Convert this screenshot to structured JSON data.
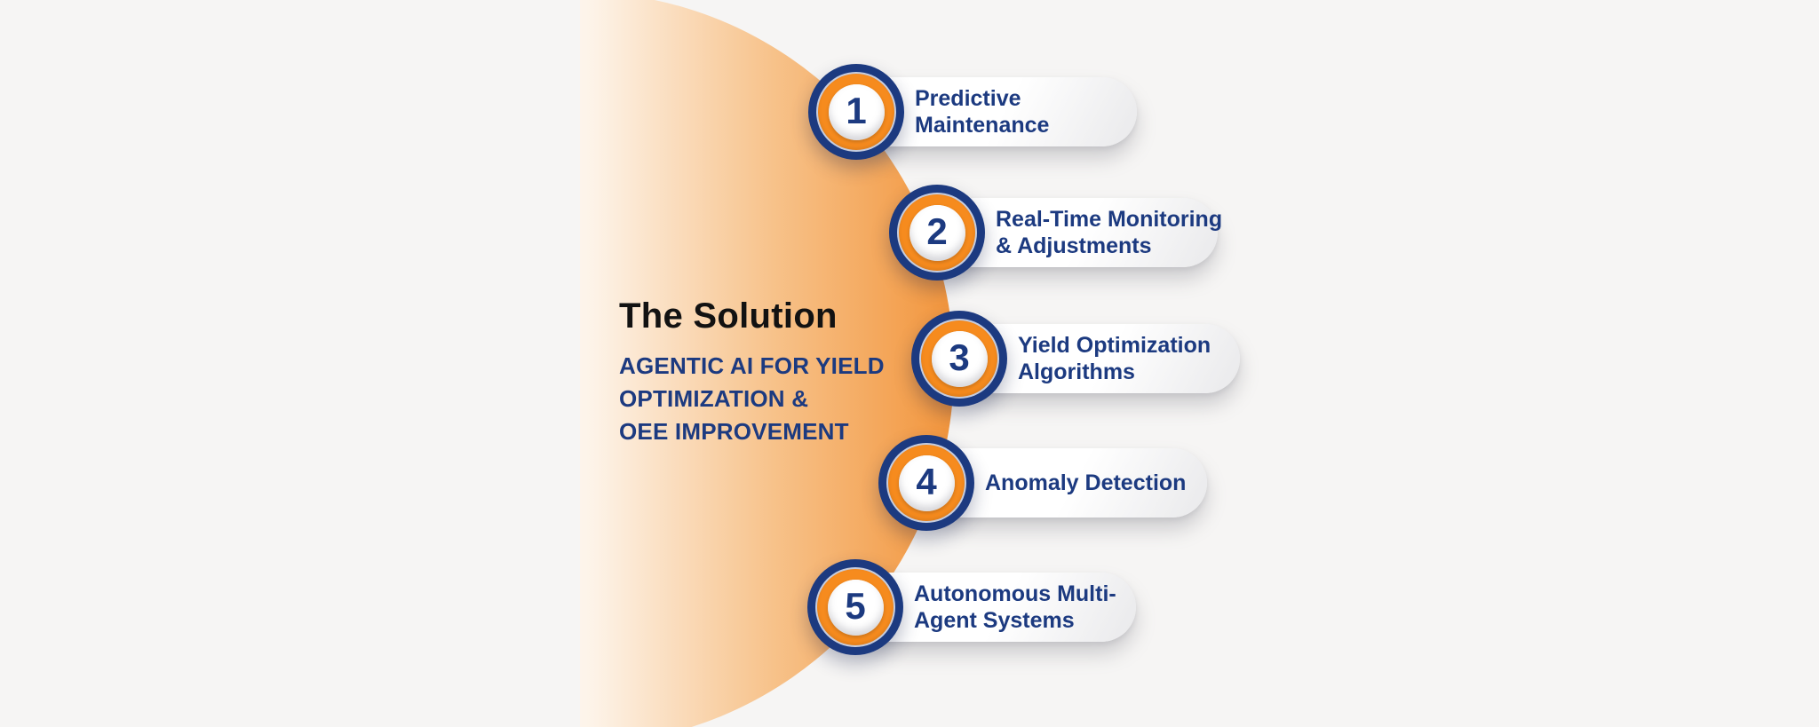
{
  "colors": {
    "navy": "#1c3a80",
    "orange": "#f68b1e",
    "ink": "#121212",
    "bg": "#f6f5f4",
    "arcStart": "#fdf3e8",
    "arcEnd": "#f2953c"
  },
  "header": {
    "title": "The Solution",
    "subtitle_lines": [
      "AGENTIC AI FOR YIELD",
      "OPTIMIZATION &",
      "OEE IMPROVEMENT"
    ]
  },
  "steps": [
    {
      "number": "1",
      "lines": [
        "Predictive",
        "Maintenance"
      ]
    },
    {
      "number": "2",
      "lines": [
        "Real-Time Monitoring",
        "& Adjustments"
      ]
    },
    {
      "number": "3",
      "lines": [
        "Yield Optimization",
        "Algorithms"
      ]
    },
    {
      "number": "4",
      "lines": [
        "Anomaly Detection"
      ]
    },
    {
      "number": "5",
      "lines": [
        "Autonomous Multi-",
        "Agent Systems"
      ]
    }
  ]
}
